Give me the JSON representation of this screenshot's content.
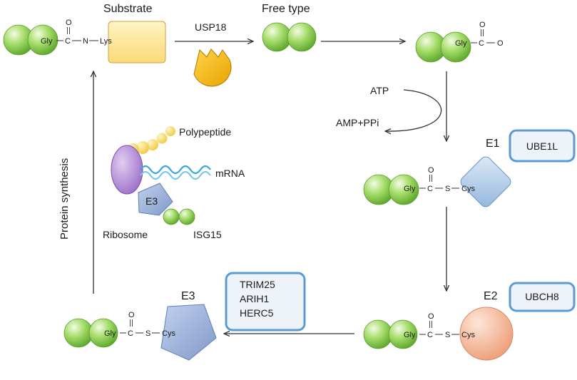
{
  "labels": {
    "substrate": "Substrate",
    "usp18": "USP18",
    "free_type": "Free type",
    "atp": "ATP",
    "amp_ppi": "AMP+PPi",
    "e1": "E1",
    "e2": "E2",
    "e3_main": "E3",
    "e3_ribosome": "E3",
    "polypeptide": "Polypeptide",
    "mrna": "mRNA",
    "ribosome": "Ribosome",
    "isg15": "ISG15",
    "protein_synthesis": "Protein synthesis"
  },
  "chem": {
    "gly": "Gly",
    "c": "C",
    "n": "N",
    "lys": "Lys",
    "o": "O",
    "s": "S",
    "cys": "Cys"
  },
  "enzyme_boxes": {
    "e1": [
      "UBE1L"
    ],
    "e2": [
      "UBCH8"
    ],
    "e3": [
      "TRIM25",
      "ARIH1",
      "HERC5"
    ]
  },
  "colors": {
    "isg15_green": "#8fd14f",
    "substrate_yellow": "#fde79a",
    "usp18_orange": "#f6b800",
    "e1_blue": "#b9d3ec",
    "e2_peach": "#f5b89a",
    "e3_blue": "#9fb6dc",
    "ribosome_purple": "#b48ad6",
    "box_border": "#5b9bd5",
    "mrna_blue": "#39a7d8"
  }
}
